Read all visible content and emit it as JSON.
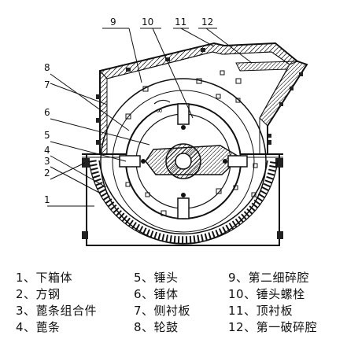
{
  "callouts": {
    "c1": "1",
    "c2": "2",
    "c3": "3",
    "c4": "4",
    "c5": "5",
    "c6": "6",
    "c7": "7",
    "c8": "8",
    "c9": "9",
    "c10": "10",
    "c11": "11",
    "c12": "12"
  },
  "rotor_mark": "∞",
  "legend": [
    "1、下箱体",
    "2、方钢",
    "3、蓖条组合件",
    "4、蓖条",
    "5、锤头",
    "6、锤体",
    "7、侧衬板",
    "8、轮鼓",
    "9、第二细碎腔",
    "10、锤头螺栓",
    "11、顶衬板",
    "12、第一破碎腔"
  ]
}
